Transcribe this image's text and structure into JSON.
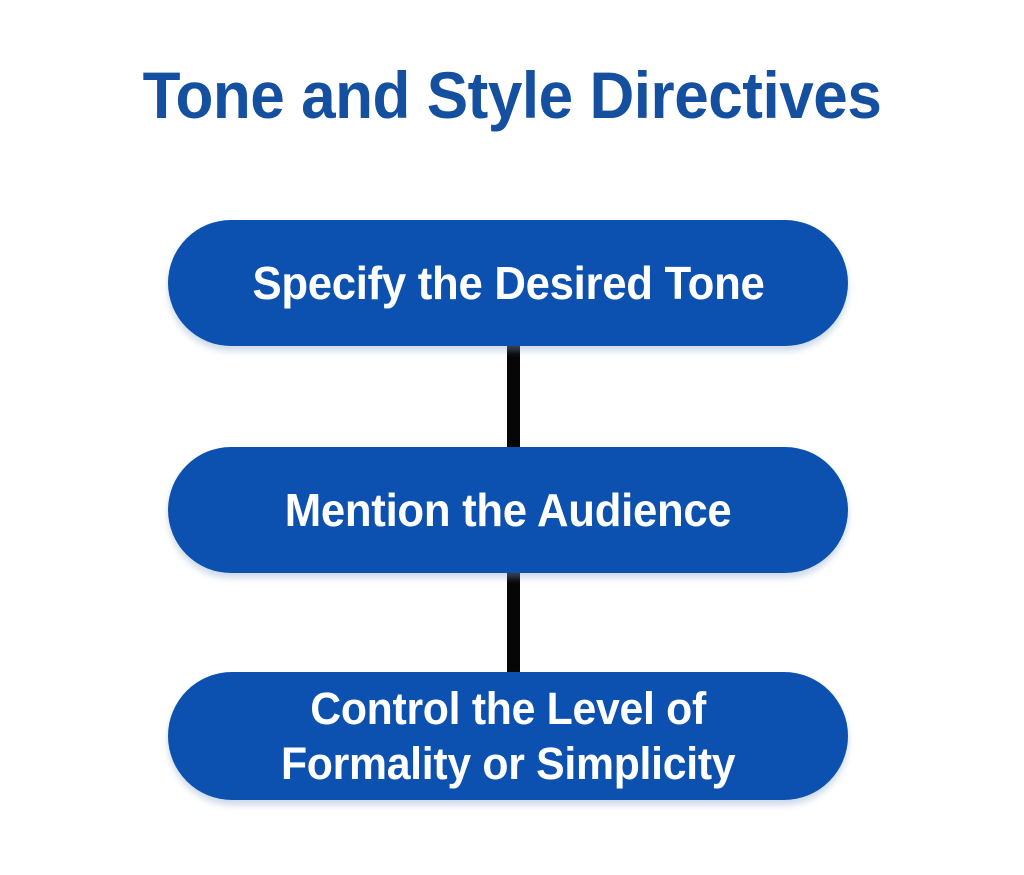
{
  "page": {
    "background_color": "#ffffff",
    "title": "Tone and Style Directives",
    "title_color": "#14509F"
  },
  "theme": {
    "pill_fill": "#0C51AF",
    "pill_text_color": "#FFFFFF",
    "connector_color": "#060606"
  },
  "flow": {
    "steps": [
      {
        "id": "step-1",
        "label": "Specify the Desired Tone"
      },
      {
        "id": "step-2",
        "label": "Mention the Audience"
      },
      {
        "id": "step-3",
        "label": "Control the Level of\nFormality or Simplicity"
      }
    ],
    "connectors": [
      {
        "id": "connector-1",
        "from": "step-1",
        "to": "step-2"
      },
      {
        "id": "connector-2",
        "from": "step-2",
        "to": "step-3"
      }
    ]
  }
}
